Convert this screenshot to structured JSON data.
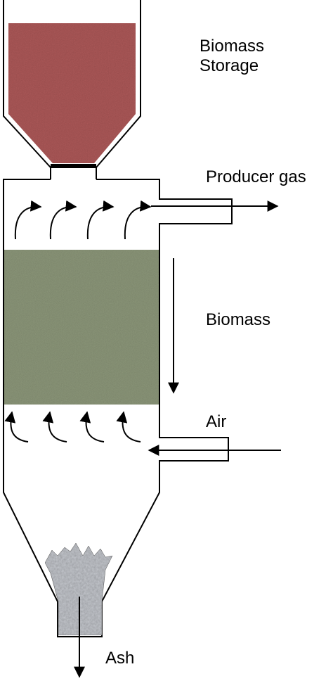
{
  "labels": {
    "storage_line1": "Biomass",
    "storage_line2": "Storage",
    "producer_gas": "Producer gas",
    "biomass": "Biomass",
    "air": "Air",
    "ash": "Ash"
  },
  "colors": {
    "storage_biomass": "#b05a5a",
    "bed_biomass": "#8f9a7c",
    "ash": "#c9ccd2",
    "outline": "#000000"
  }
}
